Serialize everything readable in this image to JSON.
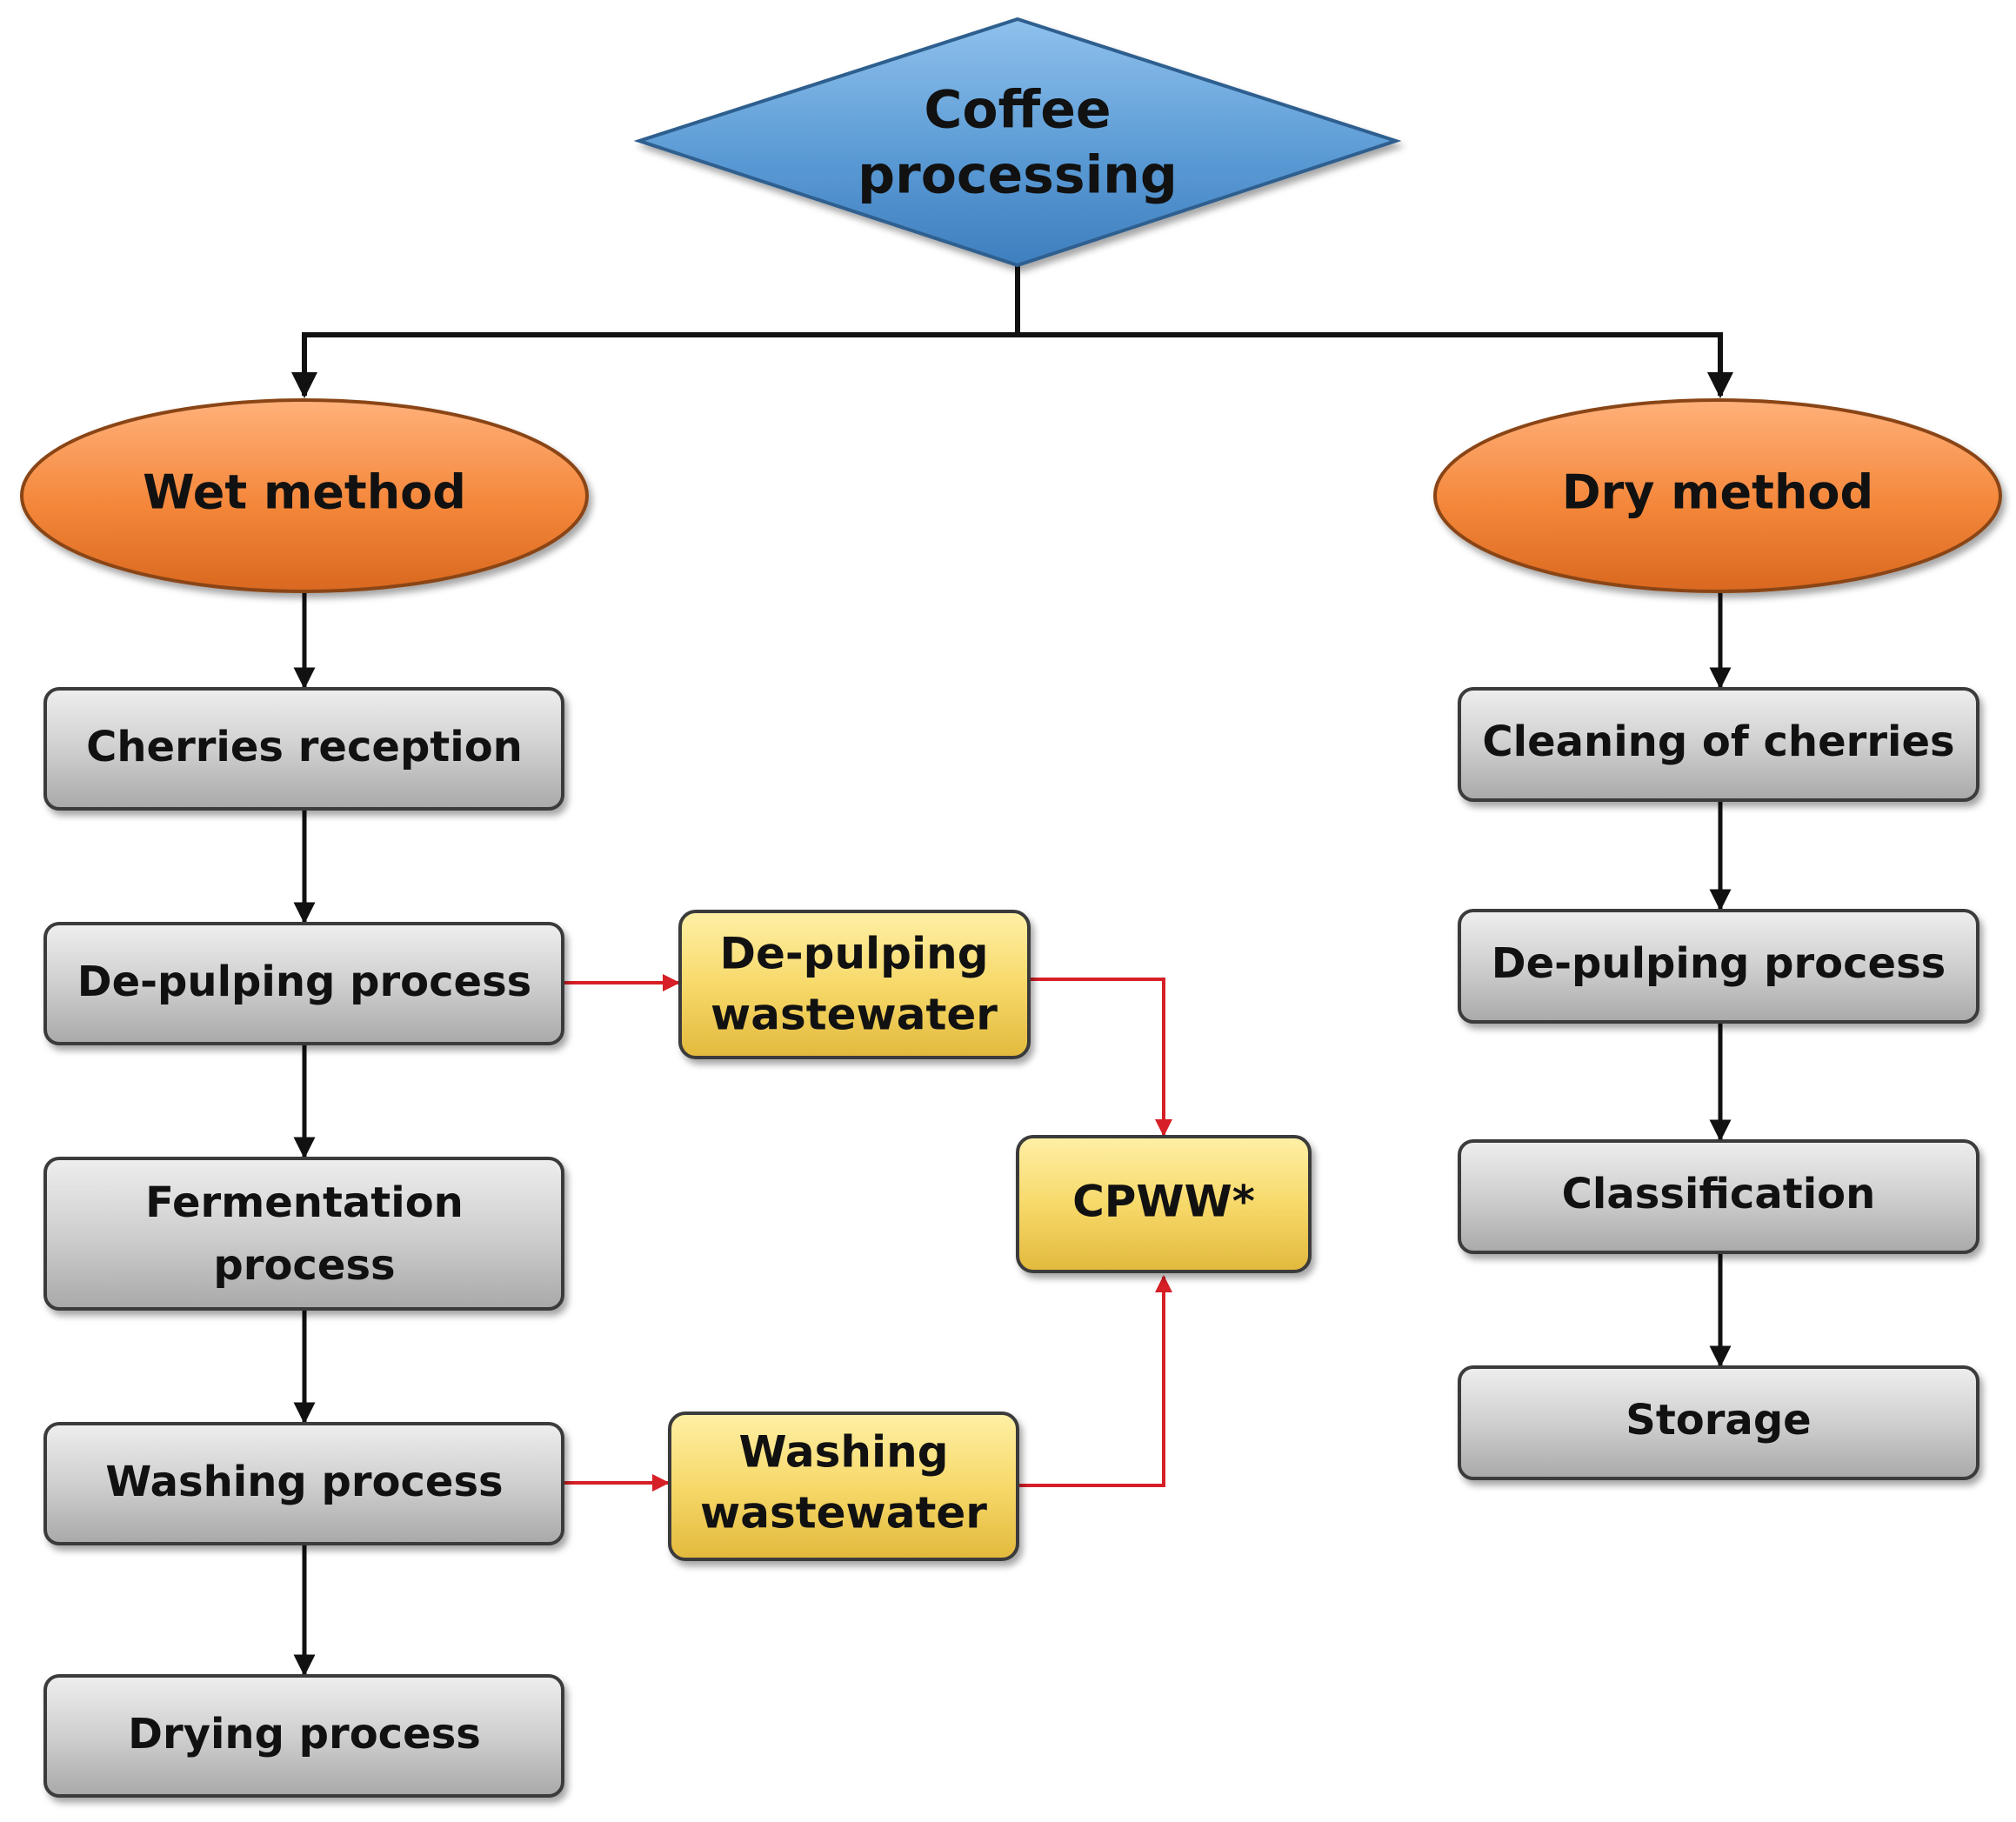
{
  "root": {
    "label_line1": "Coffee",
    "label_line2": "processing"
  },
  "wet": {
    "label": "Wet method",
    "steps": [
      {
        "line1": "Cherries reception",
        "line2": ""
      },
      {
        "line1": "De-pulping process",
        "line2": ""
      },
      {
        "line1": "Fermentation",
        "line2": "process"
      },
      {
        "line1": "Washing process",
        "line2": ""
      },
      {
        "line1": "Drying process",
        "line2": ""
      }
    ]
  },
  "wastewater": {
    "depulping": {
      "line1": "De-pulping",
      "line2": "wastewater"
    },
    "washing": {
      "line1": "Washing",
      "line2": "wastewater"
    },
    "combined": {
      "label": "CPWW*"
    }
  },
  "dry": {
    "label": "Dry method",
    "steps": [
      {
        "line1": "Cleaning of cherries"
      },
      {
        "line1": "De-pulping process"
      },
      {
        "line1": "Classification"
      },
      {
        "line1": "Storage"
      }
    ]
  },
  "colors": {
    "diamond_fill": "#5b9bd5",
    "ellipse_fill": "#f4873a",
    "grey_box_fill": "#c9c9c9",
    "yellow_box_fill": "#f7d96a",
    "main_arrow": "#111111",
    "waste_arrow": "#d61f26"
  }
}
